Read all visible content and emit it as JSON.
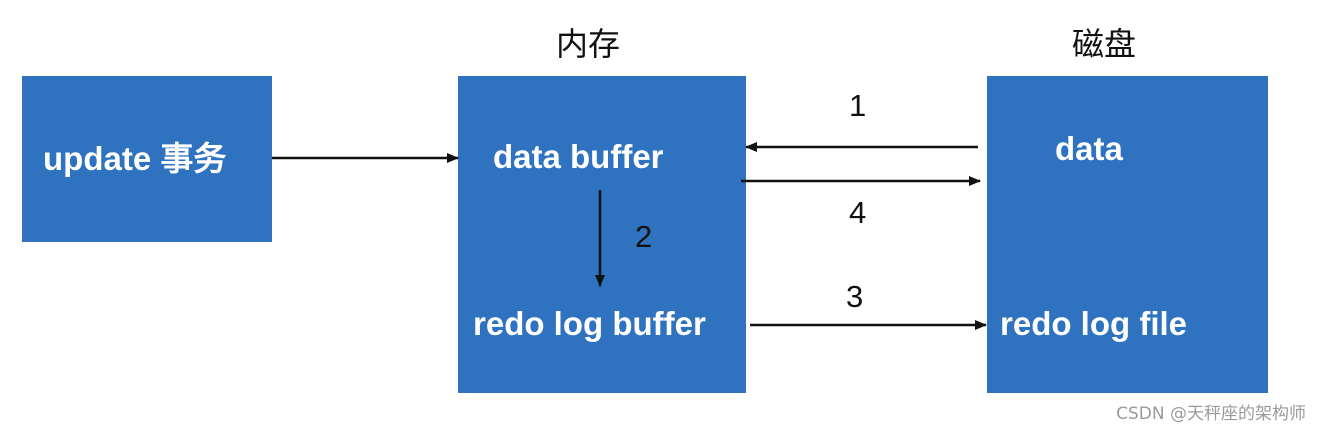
{
  "headings": {
    "memory": "内存",
    "disk": "磁盘"
  },
  "boxes": {
    "transaction": {
      "label": "update 事务"
    },
    "memory": {
      "data_buffer": "data buffer",
      "redo_log_buffer": "redo log buffer"
    },
    "disk": {
      "data": "data",
      "redo_log_file": "redo log file"
    }
  },
  "steps": {
    "step1": "1",
    "step2": "2",
    "step3": "3",
    "step4": "4"
  },
  "colors": {
    "box_fill": "#2e72c0",
    "arrow": "#111111",
    "text_on_box": "#ffffff"
  },
  "watermark": "CSDN @天秤座的架构师"
}
